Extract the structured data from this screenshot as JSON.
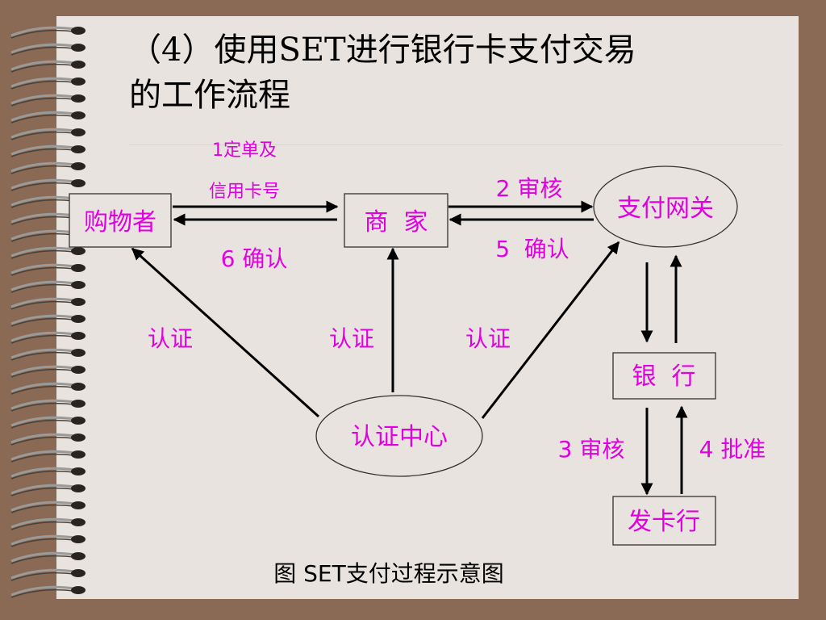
{
  "title": {
    "line1": "（4）使用SET进行银行卡支付交易",
    "line2": "的工作流程"
  },
  "colors": {
    "label": "#e000e0",
    "background": "#8a6a55",
    "paper": "#e8e3df"
  },
  "nodes": {
    "shopper": "购物者",
    "merchant": "商  家",
    "gateway": "支付网关",
    "bank": "银  行",
    "issuer": "发卡行",
    "ca": "认证中心"
  },
  "edges": {
    "order_line1": "1定单及",
    "order_line2": "信用卡号",
    "confirm6": "6 确认",
    "review2": "2 审核",
    "confirm5": "5  确认",
    "auth_left": "认证",
    "auth_mid": "认证",
    "auth_right": "认证",
    "review3": "3 审核",
    "approve4": "4 批准"
  },
  "caption": "图 SET支付过程示意图"
}
